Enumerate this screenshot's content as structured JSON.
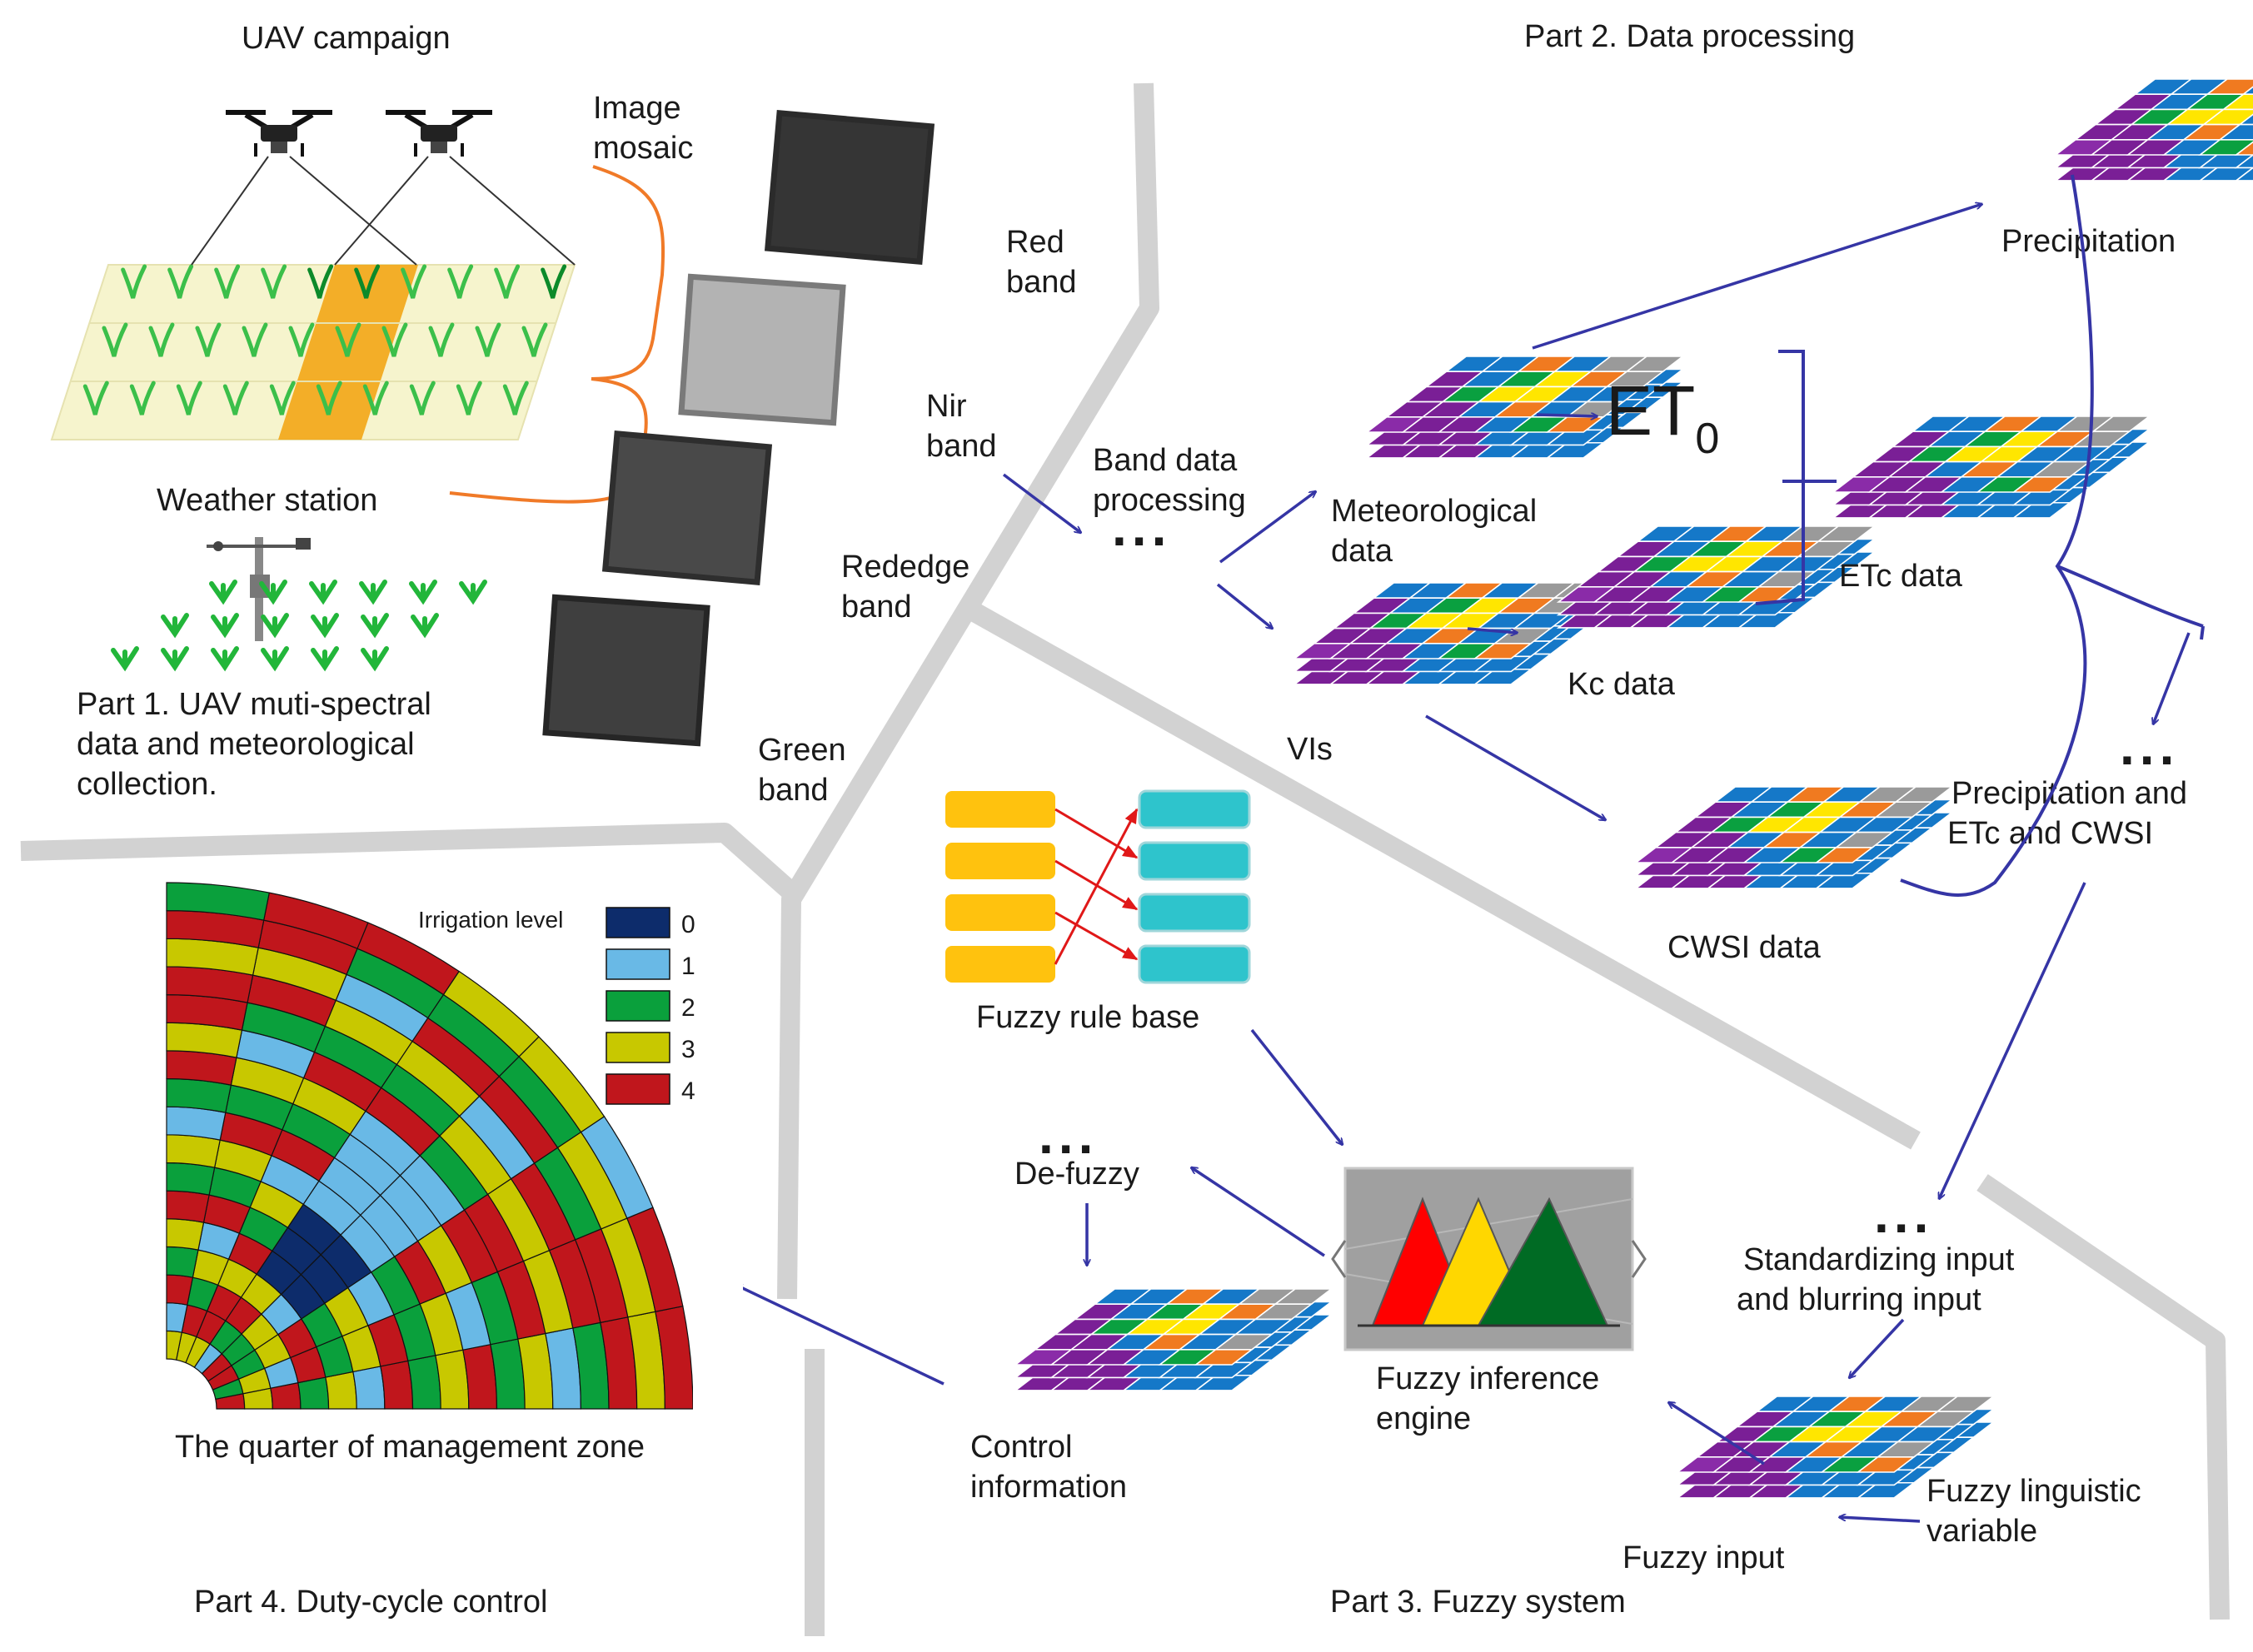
{
  "parts": {
    "uav_campaign": "UAV campaign",
    "data_processing": "Part 2. Data processing",
    "part1": [
      "Part 1. UAV muti-spectral",
      "data and meteorological",
      "collection."
    ],
    "part3": "Part 3. Fuzzy system",
    "part4": "Part 4. Duty-cycle control"
  },
  "labels": {
    "image_mosaic": [
      "Image",
      "mosaic"
    ],
    "weather_station": "Weather station",
    "red_band": [
      "Red",
      "band"
    ],
    "nir_band": [
      "Nir",
      "band"
    ],
    "rededge_band": [
      "Rededge",
      "band"
    ],
    "green_band": [
      "Green",
      "band"
    ],
    "band_data_processing": [
      "Band data",
      "processing"
    ],
    "meteorological_data": [
      "Meteorological",
      "data"
    ],
    "et0_main": "ET",
    "et0_sub": "0",
    "vis": "VIs",
    "kc_data": "Kc data",
    "etc_data": "ETc data",
    "precipitation": "Precipitation",
    "cwsi_data": "CWSI data",
    "precip_etc_cwsi": [
      "Precipitation and",
      "ETc and CWSI"
    ],
    "fuzzy_rule_base": "Fuzzy rule base",
    "de_fuzzy": "De-fuzzy",
    "fuzzy_inference_engine": [
      "Fuzzy inference",
      "engine"
    ],
    "standardizing_input": [
      "Standardizing input",
      "and blurring input"
    ],
    "fuzzy_input": "Fuzzy input",
    "fuzzy_linguistic_variable": [
      "Fuzzy linguistic",
      "variable"
    ],
    "control_information": [
      "Control",
      "information"
    ],
    "management_zone": "The quarter of management zone",
    "ellipsis": "..."
  },
  "legend": {
    "title": "Irrigation level",
    "items": [
      {
        "label": "0",
        "color": "#0d2c6b"
      },
      {
        "label": "1",
        "color": "#69b9e6"
      },
      {
        "label": "2",
        "color": "#0aa03c"
      },
      {
        "label": "3",
        "color": "#c8c800"
      },
      {
        "label": "4",
        "color": "#c0161c"
      }
    ]
  },
  "colors": {
    "arrow": "#3535a5",
    "orange_brace": "#f07a28",
    "divider": "#d2d2d2",
    "rule_yellow": "#ffc20e",
    "rule_cyan": "#2ec4cc",
    "rule_arrow": "#e01818",
    "grid_palette": [
      "#7a1f96",
      "#1578c8",
      "#f07a20",
      "#0aa040",
      "#ffe600",
      "#c61a1a",
      "#9a9a9a",
      "#8a2ba8"
    ],
    "triangles": [
      "#ff0000",
      "#ffd700",
      "#006b24"
    ]
  }
}
